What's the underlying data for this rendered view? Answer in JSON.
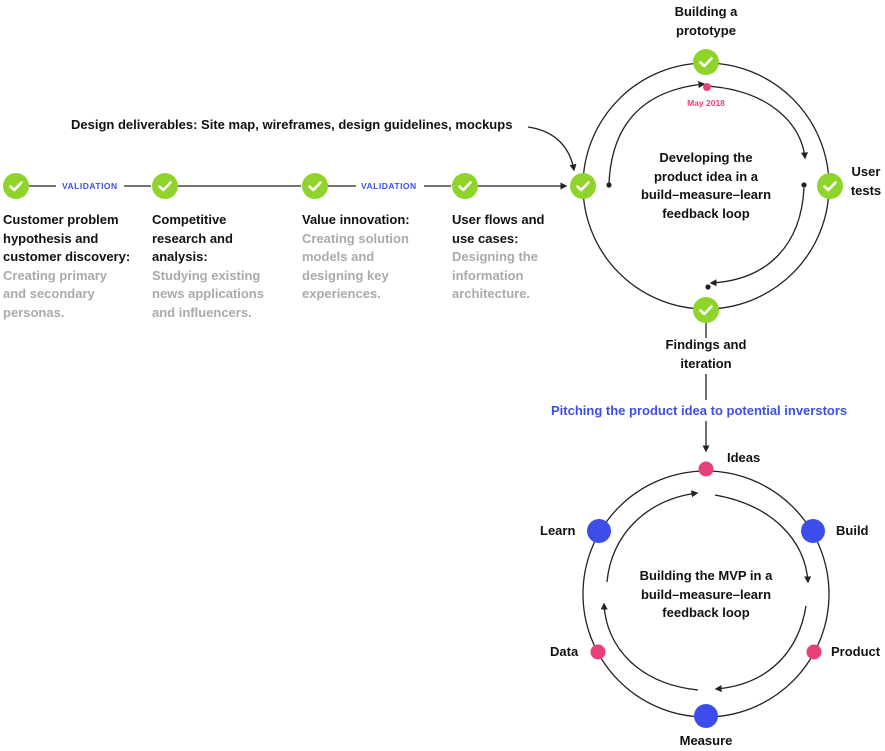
{
  "annotation": {
    "design_deliverables": "Design deliverables: Site map, wireframes, design guidelines, mockups"
  },
  "timeline": {
    "validation_label": "VALIDATION",
    "steps": [
      {
        "title": "Customer problem hypothesis and customer discovery:",
        "sub": "Creating primary and secondary personas."
      },
      {
        "title": "Competitive research and analysis:",
        "sub": "Studying existing news applications and influencers."
      },
      {
        "title": "Value innovation:",
        "sub": "Creating solution models and designing key experiences."
      },
      {
        "title": "User flows and use cases:",
        "sub": "Designing the information architecture."
      }
    ]
  },
  "loop1": {
    "center": "Developing the product idea in a build–measure–learn feedback loop",
    "date": "May 2018",
    "stages": {
      "top": "Building a prototype",
      "right": "User tests",
      "bottom": "Findings and iteration"
    }
  },
  "pitch": "Pitching the product idea to potential inverstors",
  "loop2": {
    "center": "Building the MVP in a build–measure–learn feedback loop",
    "stages": {
      "ideas": "Ideas",
      "build": "Build",
      "product": "Product",
      "measure": "Measure",
      "data": "Data",
      "learn": "Learn"
    }
  },
  "colors": {
    "green": "#8fd42a",
    "blue": "#3d4ee8",
    "pink": "#e8407a",
    "line": "#222222",
    "muted": "#aaaaaa"
  }
}
